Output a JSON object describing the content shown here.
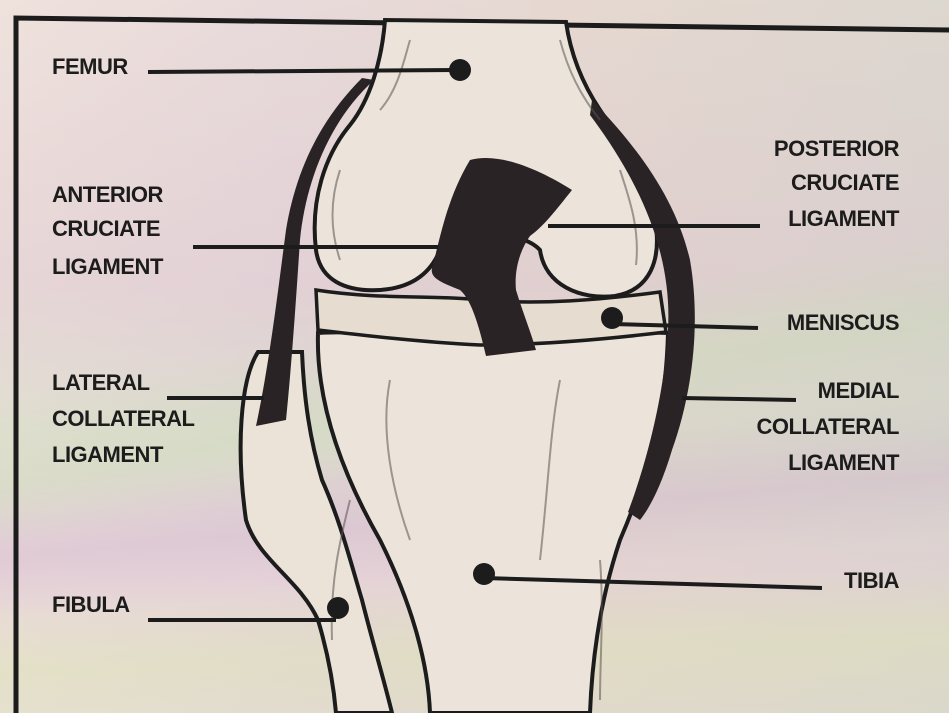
{
  "labels": {
    "femur": "FEMUR",
    "acl_1": "ANTERIOR",
    "acl_2": "CRUCIATE",
    "acl_3": "LIGAMENT",
    "pcl_1": "POSTERIOR",
    "pcl_2": "CRUCIATE",
    "pcl_3": "LIGAMENT",
    "meniscus": "MENISCUS",
    "lcl_1": "LATERAL",
    "lcl_2": "COLLATERAL",
    "lcl_3": "LIGAMENT",
    "mcl_1": "MEDIAL",
    "mcl_2": "COLLATERAL",
    "mcl_3": "LIGAMENT",
    "tibia": "TIBIA",
    "fibula": "FIBULA"
  },
  "colors": {
    "ink": "#1c1c1c",
    "bone": "#ece4da",
    "ligament": "#2a2326"
  }
}
